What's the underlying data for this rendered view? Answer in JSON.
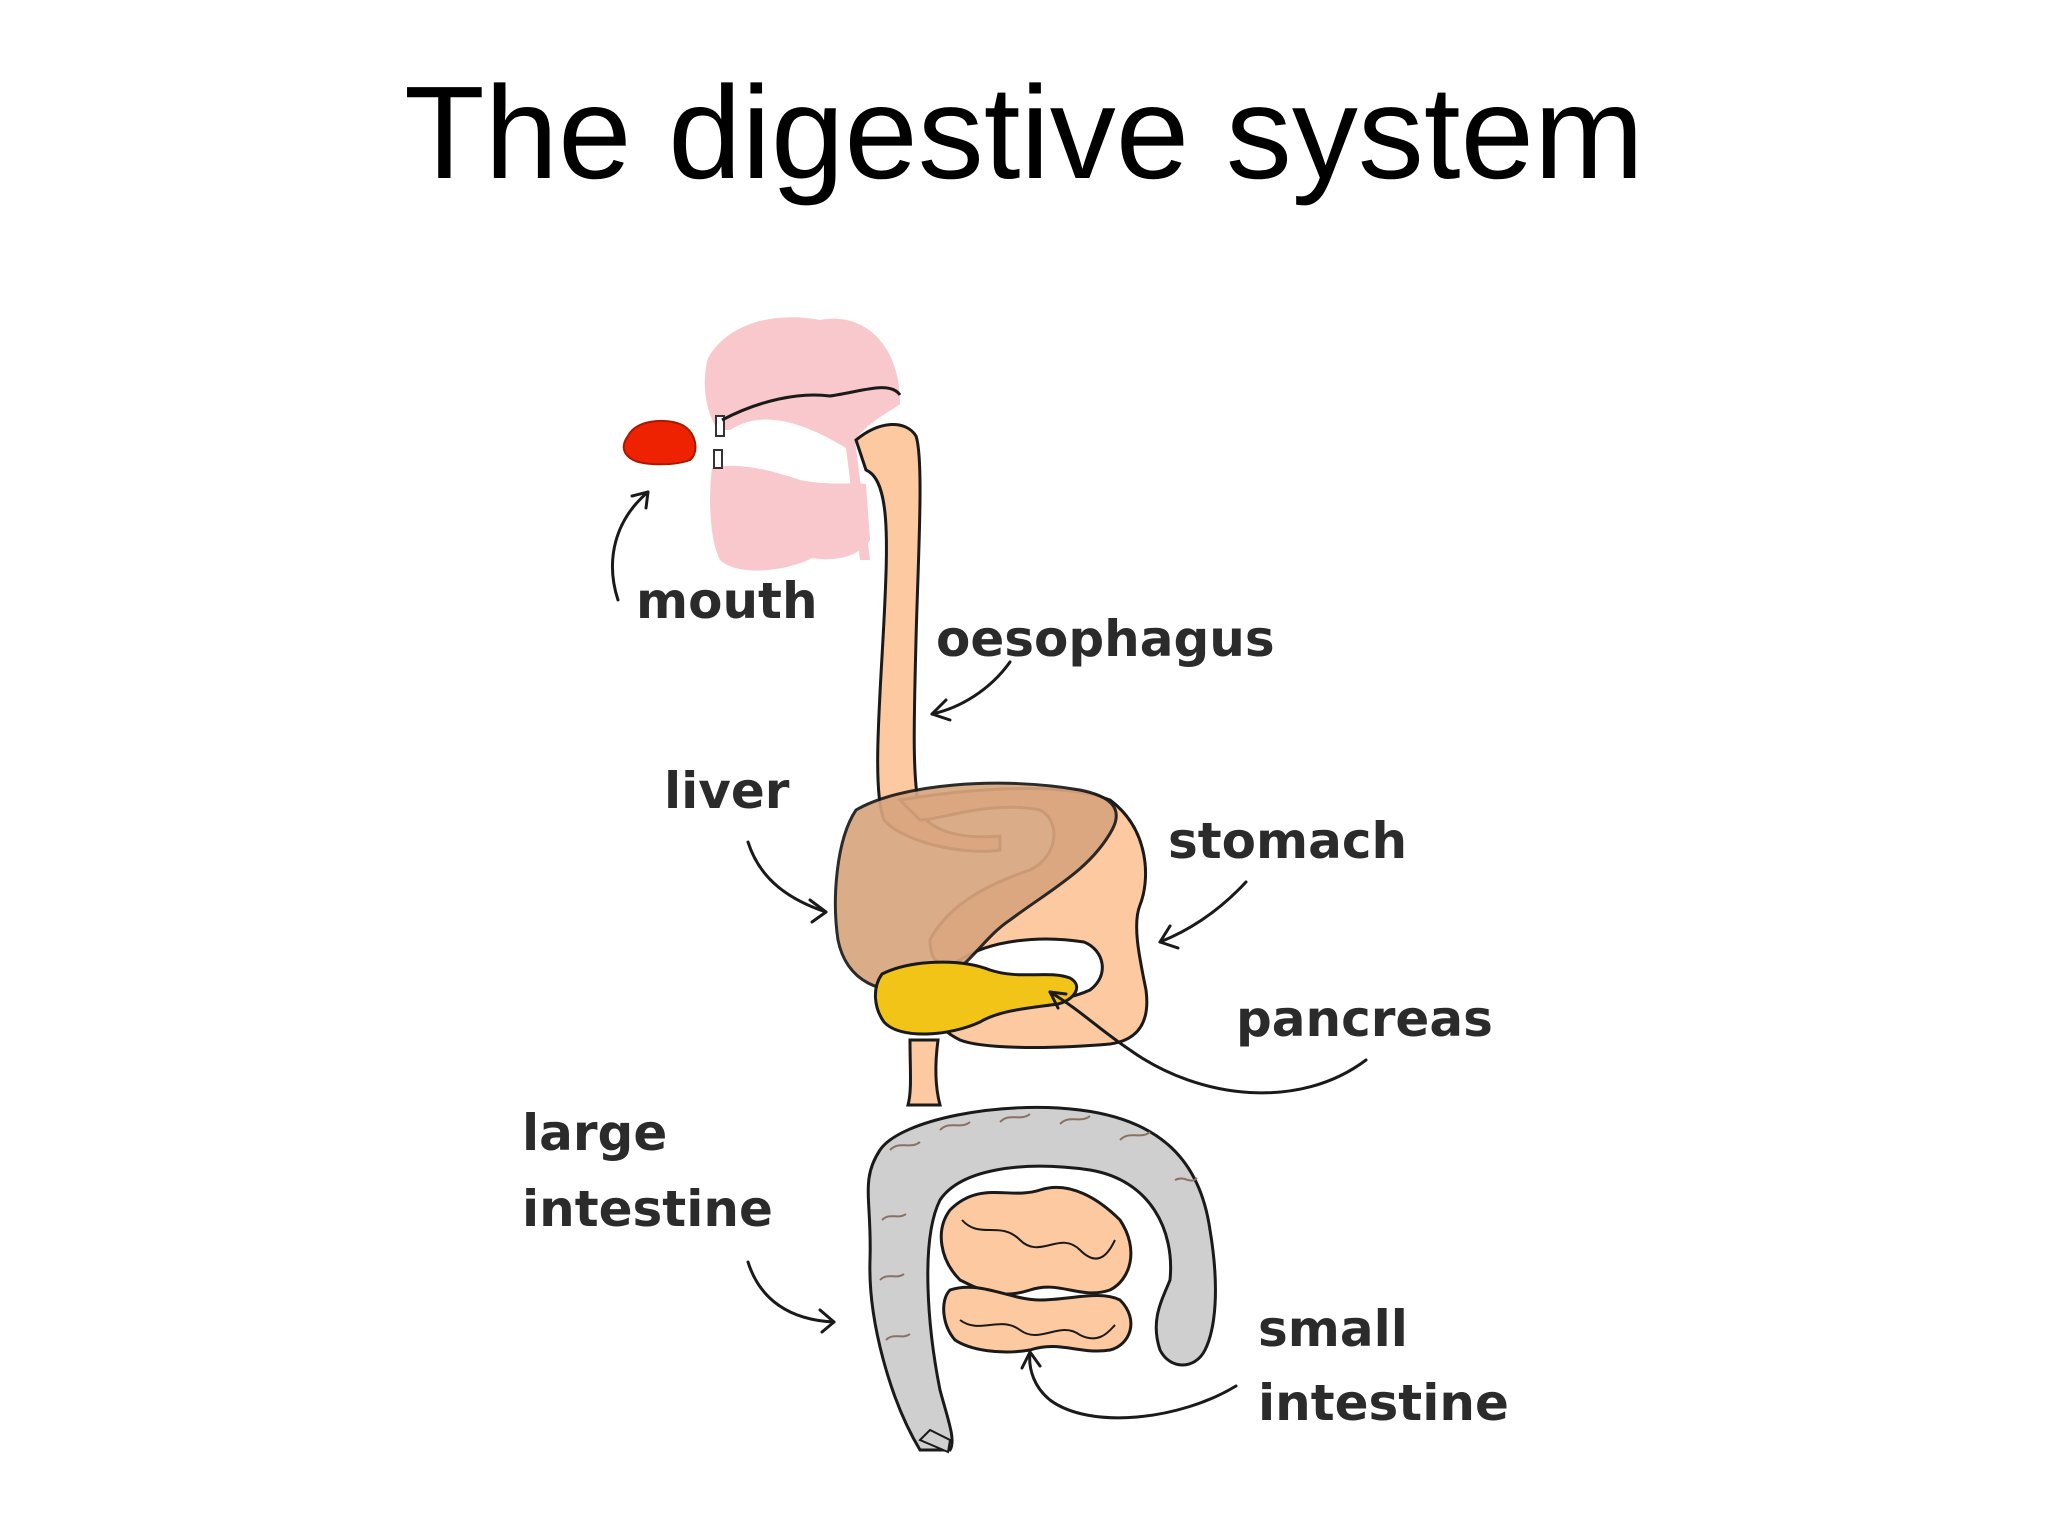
{
  "title": "The digestive system",
  "labels": {
    "mouth": "mouth",
    "oesophagus": "oesophagus",
    "liver": "liver",
    "stomach": "stomach",
    "pancreas": "pancreas",
    "large_intestine_1": "large",
    "large_intestine_2": "intestine",
    "small_intestine_1": "small",
    "small_intestine_2": "intestine"
  },
  "colors": {
    "tongue": "#ee2200",
    "lips": "#f8c8cc",
    "tract": "#fcc9a0",
    "liver": "#d9a57e",
    "pancreas": "#f2c418",
    "large_intestine": "#cfcfcf",
    "outline": "#1a1a1a"
  }
}
